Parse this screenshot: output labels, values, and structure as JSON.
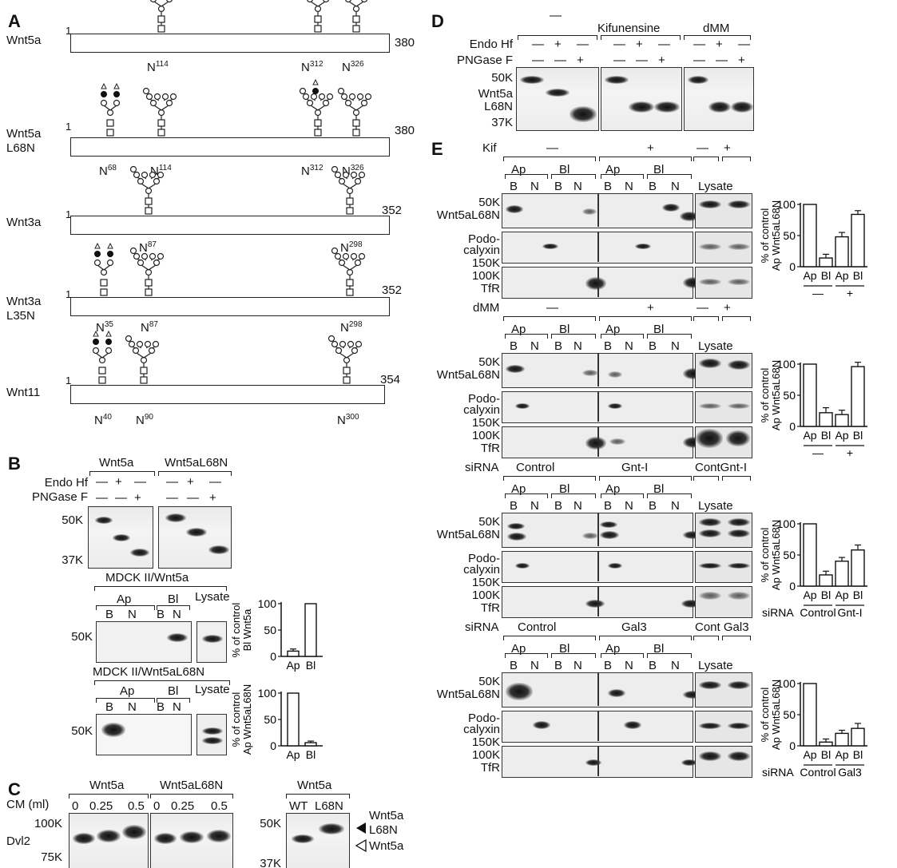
{
  "panels": {
    "A": "A",
    "B": "B",
    "C": "C",
    "D": "D",
    "E": "E"
  },
  "panelA": {
    "constructs": [
      {
        "name": "Wnt5a",
        "start": "1",
        "end": "380",
        "sites": [
          "N114",
          "N312",
          "N326"
        ]
      },
      {
        "name": "Wnt5a L68N",
        "start": "1",
        "end": "380",
        "sites": [
          "N68",
          "N114",
          "N312",
          "N326"
        ]
      },
      {
        "name": "Wnt3a",
        "start": "1",
        "end": "352",
        "sites": [
          "N87",
          "N298"
        ]
      },
      {
        "name": "Wnt3a L35N",
        "start": "1",
        "end": "352",
        "sites": [
          "N35",
          "N87",
          "N298"
        ]
      },
      {
        "name": "Wnt11",
        "start": "1",
        "end": "354",
        "sites": [
          "N40",
          "N90",
          "N300"
        ]
      }
    ],
    "label_wnt5a": "Wnt5a",
    "label_wnt5a_l68n_1": "Wnt5a",
    "label_wnt5a_l68n_2": "L68N",
    "label_wnt3a": "Wnt3a",
    "label_wnt3a_l35n_1": "Wnt3a",
    "label_wnt3a_l35n_2": "L35N",
    "label_wnt11": "Wnt11",
    "n": "N",
    "s114": "114",
    "s312": "312",
    "s326": "326",
    "s68": "68",
    "s87": "87",
    "s298": "298",
    "s35": "35",
    "s40": "40",
    "s90": "90",
    "s300": "300",
    "one": "1",
    "e380": "380",
    "e352": "352",
    "e354": "354"
  },
  "panelB": {
    "wnt5a": "Wnt5a",
    "wnt5al68n": "Wnt5aL68N",
    "endo": "Endo Hf",
    "png": "PNGase F",
    "minus": "—",
    "plus": "+",
    "m50": "50K",
    "m37": "37K",
    "mdck1": "MDCK II/Wnt5a",
    "mdck2": "MDCK II/Wnt5aL68N",
    "ap": "Ap",
    "bl": "Bl",
    "lysate": "Lysate",
    "b": "B",
    "nn": "N",
    "ylab1": "% of control Bl Wnt5a",
    "ylab2": "% of control Ap Wnt5aL68N",
    "y0": "0",
    "y50": "50",
    "y100": "100"
  },
  "panelC": {
    "wnt5a": "Wnt5a",
    "wnt5al68n": "Wnt5aL68N",
    "cm": "CM (ml)",
    "d0": "0",
    "d025": "0.25",
    "d05": "0.5",
    "m100": "100K",
    "m75": "75K",
    "dvl2": "Dvl2",
    "wt": "WT",
    "l68n": "L68N",
    "m50": "50K",
    "m37": "37K",
    "arrow1a": "Wnt5a",
    "arrow1b": "L68N",
    "arrow2": "Wnt5a"
  },
  "panelD": {
    "none": "—",
    "kif": "Kifunensine",
    "dmm": "dMM",
    "endo": "Endo Hf",
    "png": "PNGase F",
    "m50": "50K",
    "m37": "37K",
    "w1": "Wnt5a",
    "w2": "L68N"
  },
  "panelE": {
    "kif": "Kif",
    "dmm": "dMM",
    "sirna": "siRNA",
    "control": "Control",
    "gnti": "Gnt-I",
    "contgnti": "ContGnt-I",
    "gal3": "Gal3",
    "contgal3": "Cont Gal3",
    "ap": "Ap",
    "bl": "Bl",
    "lysate": "Lysate",
    "b": "B",
    "nn": "N",
    "m50": "50K",
    "m150": "150K",
    "m100": "100K",
    "wnt": "Wnt5aL68N",
    "podo1": "Podo-",
    "podo2": "calyxin",
    "tfr": "TfR",
    "ylab": "% of control Ap Wnt5aL68N",
    "minus": "—",
    "plus": "+",
    "y0": "0",
    "y50": "50",
    "y100": "100",
    "sirna_ctrl": "siRNA",
    "ctrl2": "Control",
    "gnti2": "Gnt-I",
    "gal32": "Gal3"
  },
  "chart_data": [
    {
      "type": "bar",
      "panel": "B-top",
      "categories": [
        "Ap",
        "Bl"
      ],
      "values": [
        10,
        100
      ],
      "errors": [
        4,
        0
      ],
      "ylabel": "% of control Bl Wnt5a",
      "ylim": [
        0,
        100
      ]
    },
    {
      "type": "bar",
      "panel": "B-bottom",
      "categories": [
        "Ap",
        "Bl"
      ],
      "values": [
        100,
        6
      ],
      "errors": [
        0,
        3
      ],
      "ylabel": "% of control Ap Wnt5aL68N",
      "ylim": [
        0,
        100
      ]
    },
    {
      "type": "bar",
      "panel": "E-Kif",
      "categories": [
        "Ap",
        "Bl",
        "Ap",
        "Bl"
      ],
      "groups": [
        "—",
        "+"
      ],
      "values": [
        100,
        14,
        48,
        84
      ],
      "errors": [
        0,
        6,
        7,
        6
      ],
      "ylabel": "% of control Ap Wnt5aL68N",
      "ylim": [
        0,
        100
      ]
    },
    {
      "type": "bar",
      "panel": "E-dMM",
      "categories": [
        "Ap",
        "Bl",
        "Ap",
        "Bl"
      ],
      "groups": [
        "—",
        "+"
      ],
      "values": [
        100,
        22,
        19,
        96
      ],
      "errors": [
        0,
        8,
        7,
        7
      ],
      "ylabel": "% of control Ap Wnt5aL68N",
      "ylim": [
        0,
        100
      ]
    },
    {
      "type": "bar",
      "panel": "E-Gnt-I",
      "categories": [
        "Ap",
        "Bl",
        "Ap",
        "Bl"
      ],
      "groups": [
        "Control",
        "Gnt-I"
      ],
      "values": [
        100,
        18,
        40,
        58
      ],
      "errors": [
        0,
        6,
        6,
        8
      ],
      "ylabel": "% of control Ap Wnt5aL68N",
      "ylim": [
        0,
        100
      ]
    },
    {
      "type": "bar",
      "panel": "E-Gal3",
      "categories": [
        "Ap",
        "Bl",
        "Ap",
        "Bl"
      ],
      "groups": [
        "Control",
        "Gal3"
      ],
      "values": [
        100,
        6,
        20,
        28
      ],
      "errors": [
        0,
        5,
        5,
        8
      ],
      "ylabel": "% of control Ap Wnt5aL68N",
      "ylim": [
        0,
        100
      ]
    }
  ]
}
